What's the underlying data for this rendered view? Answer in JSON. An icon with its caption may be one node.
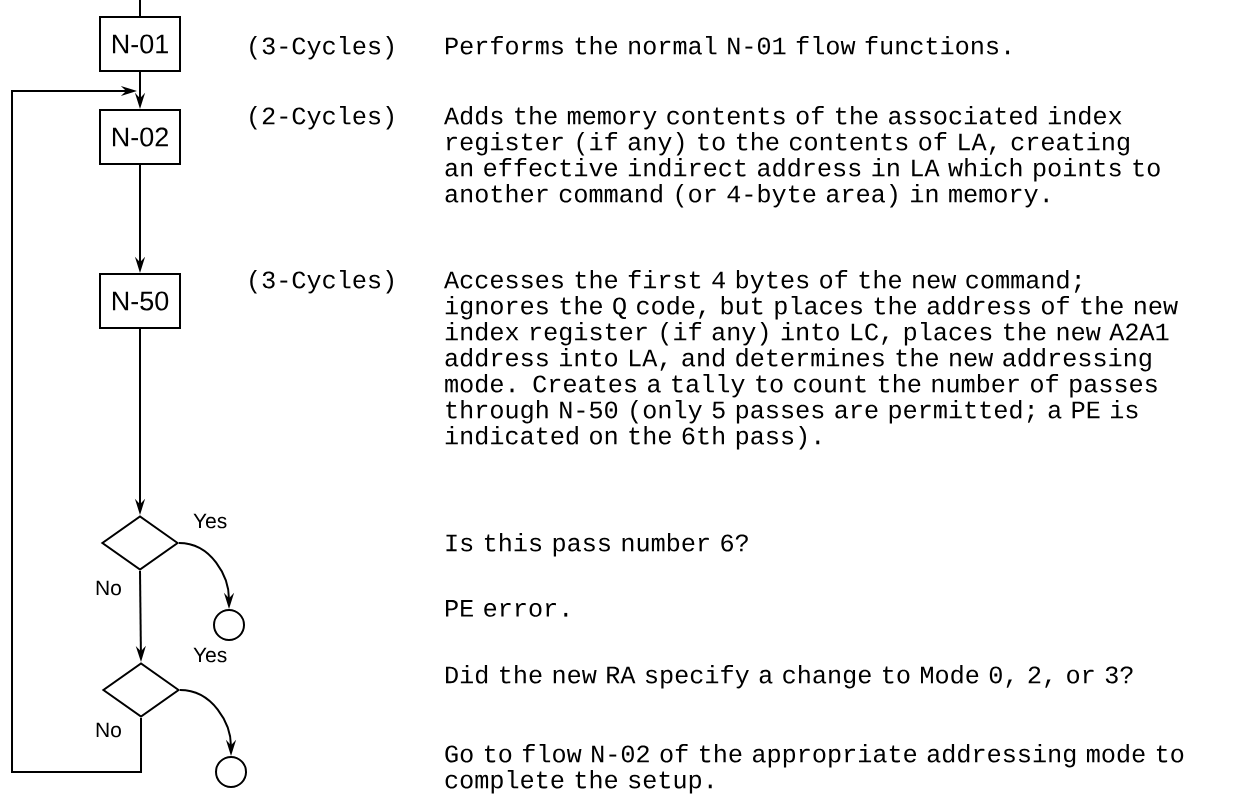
{
  "diagram": {
    "nodes": [
      {
        "text": [
          "N-01"
        ],
        "beside": [
          "(3-Cycles)",
          "Performs the normal N-01 flow functions."
        ]
      },
      {
        "text": [
          "N-02"
        ],
        "beside": [
          "(2-Cycles)",
          "Adds the memory contents of the associated index register (if any) to the contents of LA, creating an effective indirect address in LA which points to another command (or 4-byte area) in memory."
        ]
      },
      {
        "text": [
          "N-50"
        ],
        "beside": [
          "(3-Cycles)",
          "Accesses the first 4 bytes of the new command; ignores the Q code, but places the address of the new index register (if any) into LC, places the new A2A1 address into LA, and determines the new addressing mode.  Creates a tally to count the number of passes through N-50 (only 5 passes are permitted; a PE is indicated on the 6th pass)."
        ]
      },
      {
        "text": [],
        "shape": "diamond"
      },
      {
        "text": [],
        "shape": "circle"
      },
      {
        "text": [],
        "shape": "diamond"
      },
      {
        "text": [],
        "shape": "circle"
      }
    ],
    "labels": [
      "Is this pass number 6?",
      "PE error.",
      "Did the new RA specify a change to Mode 0, 2, or 3?",
      "Go to flow N-02 of the appropriate addressing mode to complete the setup."
    ],
    "edges": [
      {
        "from": null,
        "to": 0,
        "arrow": "none"
      },
      {
        "from": 0,
        "to": 1,
        "arrow": "to"
      },
      {
        "from": 1,
        "to": 2,
        "arrow": "to"
      },
      {
        "from": 2,
        "to": 3,
        "arrow": "to"
      },
      {
        "from": 3,
        "to": 4,
        "arrow": "to",
        "label": "Yes"
      },
      {
        "from": 3,
        "to": 5,
        "arrow": "to",
        "label": "No"
      },
      {
        "from": 5,
        "to": 6,
        "arrow": "to",
        "label": "Yes"
      },
      {
        "from": 5,
        "to": 1,
        "arrow": "to",
        "label": "No"
      }
    ]
  }
}
